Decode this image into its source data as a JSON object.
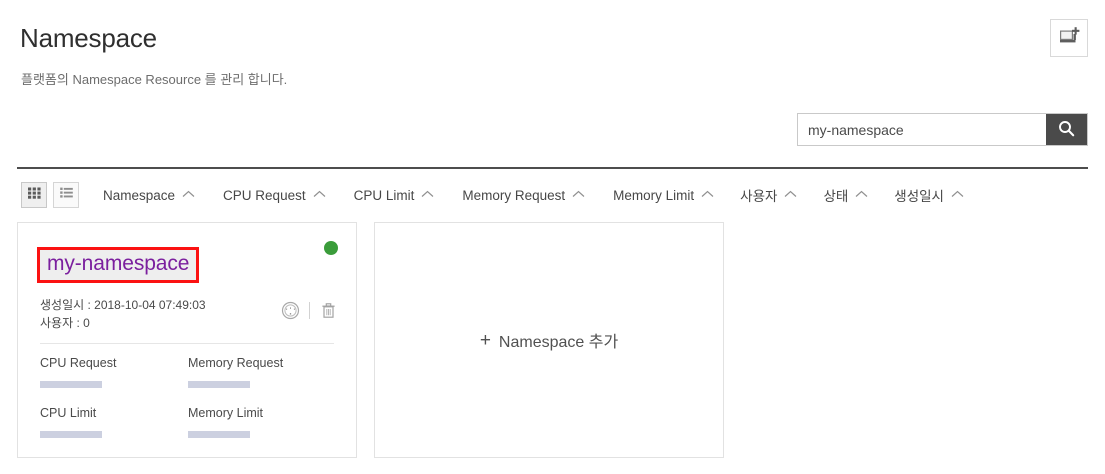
{
  "header": {
    "title": "Namespace",
    "subtitle": "플랫폼의 Namespace Resource 를 관리 합니다.",
    "add_view_button_icon": "monitor-plus-icon"
  },
  "search": {
    "value": "my-namespace",
    "placeholder": "",
    "button_icon": "search-icon"
  },
  "toolbar": {
    "view_modes": [
      {
        "name": "grid-view",
        "icon": "grid-icon",
        "active": true
      },
      {
        "name": "list-view",
        "icon": "list-icon",
        "active": false
      }
    ],
    "sort_columns": [
      {
        "label": "Namespace",
        "caret": "︿"
      },
      {
        "label": "CPU Request",
        "caret": "︿"
      },
      {
        "label": "CPU Limit",
        "caret": "︿"
      },
      {
        "label": "Memory Request",
        "caret": "︿"
      },
      {
        "label": "Memory Limit",
        "caret": "︿"
      },
      {
        "label": "사용자",
        "caret": "︿"
      },
      {
        "label": "상태",
        "caret": "︿"
      },
      {
        "label": "생성일시",
        "caret": "︿"
      }
    ]
  },
  "namespace_card": {
    "title": "my-namespace",
    "status_color": "#3a9c3a",
    "highlight_color": "#fb1212",
    "title_color": "#7b1f9e",
    "created_label": "생성일시 : 2018-10-04 07:49:03",
    "user_label": "사용자 : 0",
    "monitor_icon": "gauge-icon",
    "delete_icon": "trash-icon",
    "metrics": [
      {
        "label": "CPU Request",
        "bar_color": "#ccd0e0"
      },
      {
        "label": "Memory Request",
        "bar_color": "#ccd0e0"
      },
      {
        "label": "CPU Limit",
        "bar_color": "#ccd0e0"
      },
      {
        "label": "Memory Limit",
        "bar_color": "#ccd0e0"
      }
    ]
  },
  "add_card": {
    "plus": "+",
    "label": "Namespace 추가"
  }
}
